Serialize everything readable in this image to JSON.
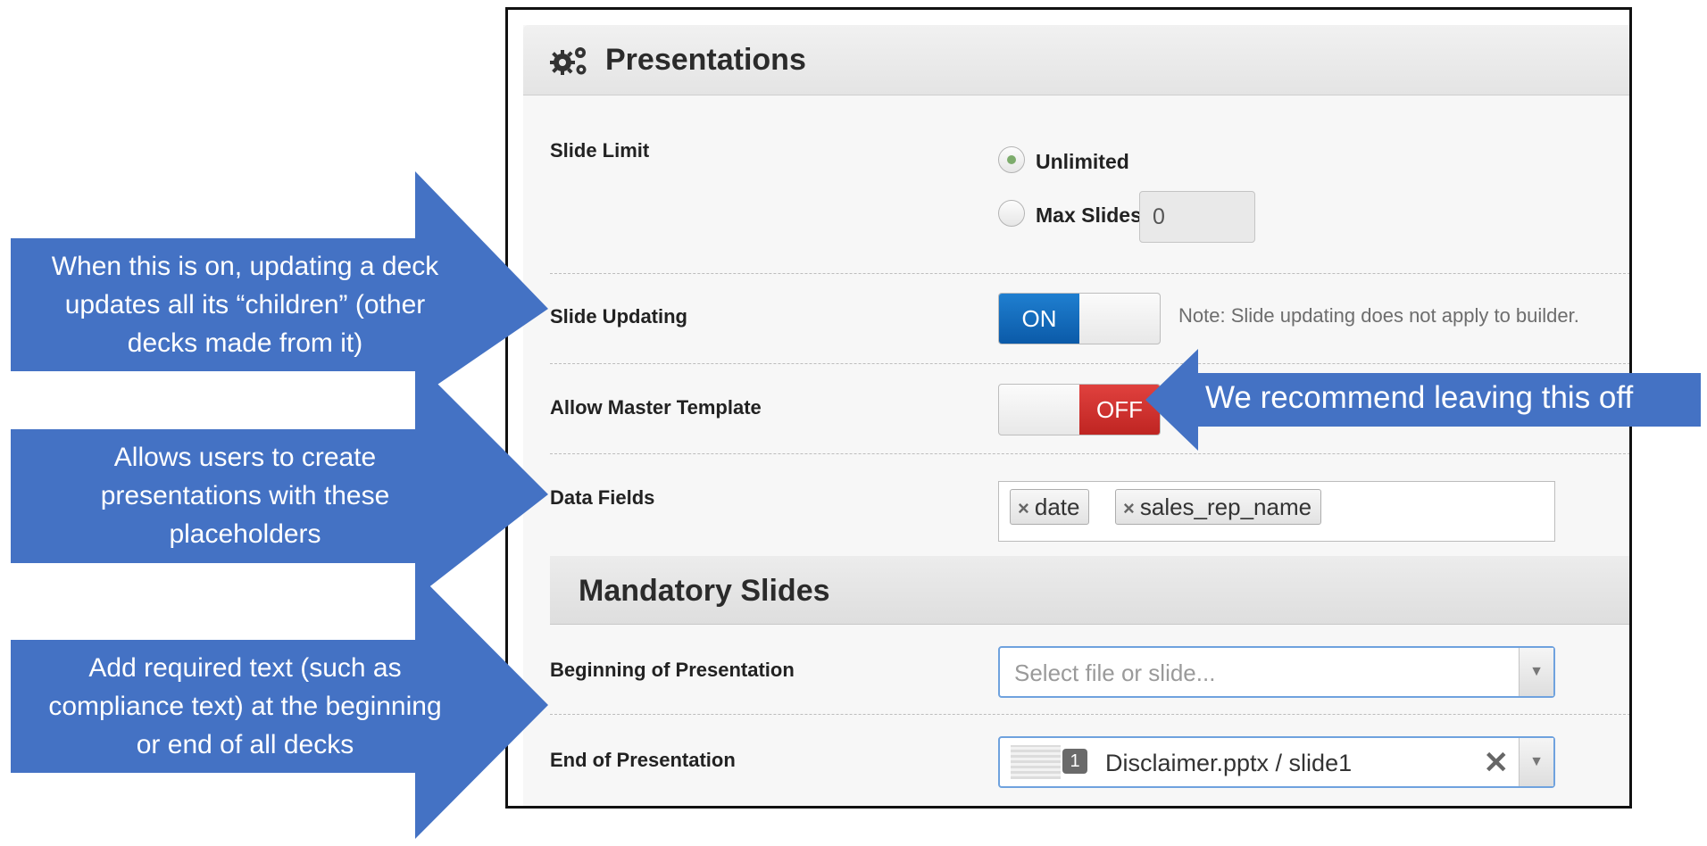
{
  "panel": {
    "title": "Presentations",
    "icon": "gears-icon",
    "slide_limit": {
      "label": "Slide Limit",
      "options": [
        "Unlimited",
        "Max Slides"
      ],
      "selected": "Unlimited",
      "max_slides_value": "0"
    },
    "slide_updating": {
      "label": "Slide Updating",
      "state": "ON",
      "note": "Note: Slide updating does not apply to builder."
    },
    "allow_master_template": {
      "label": "Allow Master Template",
      "state": "OFF"
    },
    "data_fields": {
      "label": "Data Fields",
      "tags": [
        "date",
        "sales_rep_name"
      ]
    },
    "mandatory_slides": {
      "title": "Mandatory Slides",
      "beginning": {
        "label": "Beginning of Presentation",
        "placeholder": "Select file or slide..."
      },
      "end": {
        "label": "End of Presentation",
        "badge": "1",
        "value": "Disclaimer.pptx / slide1"
      }
    }
  },
  "callouts": {
    "slide_updating": [
      "When this is on, updating a deck",
      "updates all its “children” (other",
      "decks made from it)"
    ],
    "data_fields": [
      "Allows users to create",
      "presentations with these",
      "placeholders"
    ],
    "mandatory": [
      "Add required text (such as",
      "compliance text) at the beginning",
      "or end of all decks"
    ],
    "master_template": "We recommend leaving this off"
  },
  "colors": {
    "callout_blue": "#4472c4",
    "toggle_on": "#0b5aa8",
    "toggle_off": "#d03330",
    "radio_selected": "#7dac6c",
    "select_focus": "#6fa2de"
  }
}
